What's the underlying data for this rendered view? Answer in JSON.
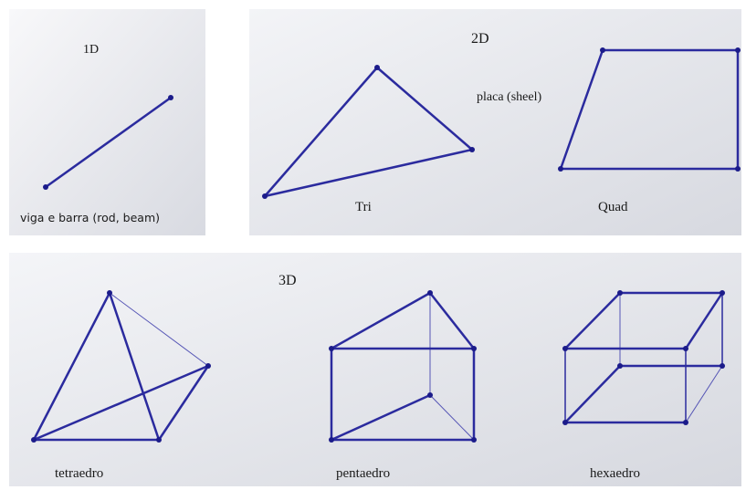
{
  "panels": {
    "one_d": {
      "title": "1D",
      "caption": "viga e barra (rod, beam)"
    },
    "two_d": {
      "title": "2D",
      "subtitle": "placa (sheel)",
      "tri_caption": "Tri",
      "quad_caption": "Quad"
    },
    "three_d": {
      "title": "3D",
      "tetra_caption": "tetraedro",
      "penta_caption": "pentaedro",
      "hexa_caption": "hexaedro"
    }
  },
  "colors": {
    "edge": "#2b2b9e",
    "hidden_edge": "#5555b5",
    "node": "#1b1b8a",
    "panel_light": "#f7f7f9",
    "panel_dark": "#d9dbe2"
  }
}
